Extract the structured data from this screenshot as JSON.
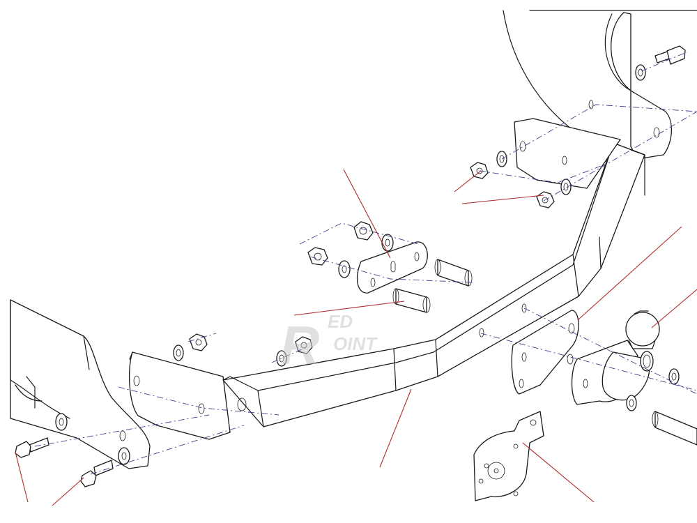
{
  "diagram": {
    "watermark": {
      "line1": "ED",
      "line2": "OINT",
      "monogram": "R",
      "color": "#c8c8c8"
    },
    "colors": {
      "line": "#1a1a1a",
      "fill": "#ffffff",
      "centerline": "#3a3f8a",
      "leader": "#b02a2a"
    },
    "parts": [
      "vehicle-body-rear",
      "left-chassis-rail",
      "right-chassis-rail",
      "tow-bar-crossbeam",
      "left-mounting-plate",
      "right-mounting-plate",
      "center-clamp-plate",
      "spacer-tube",
      "tow-ball-neck",
      "tow-ball",
      "tow-ball-flange",
      "socket-plate",
      "hex-bolt",
      "hex-nut",
      "washer"
    ]
  }
}
